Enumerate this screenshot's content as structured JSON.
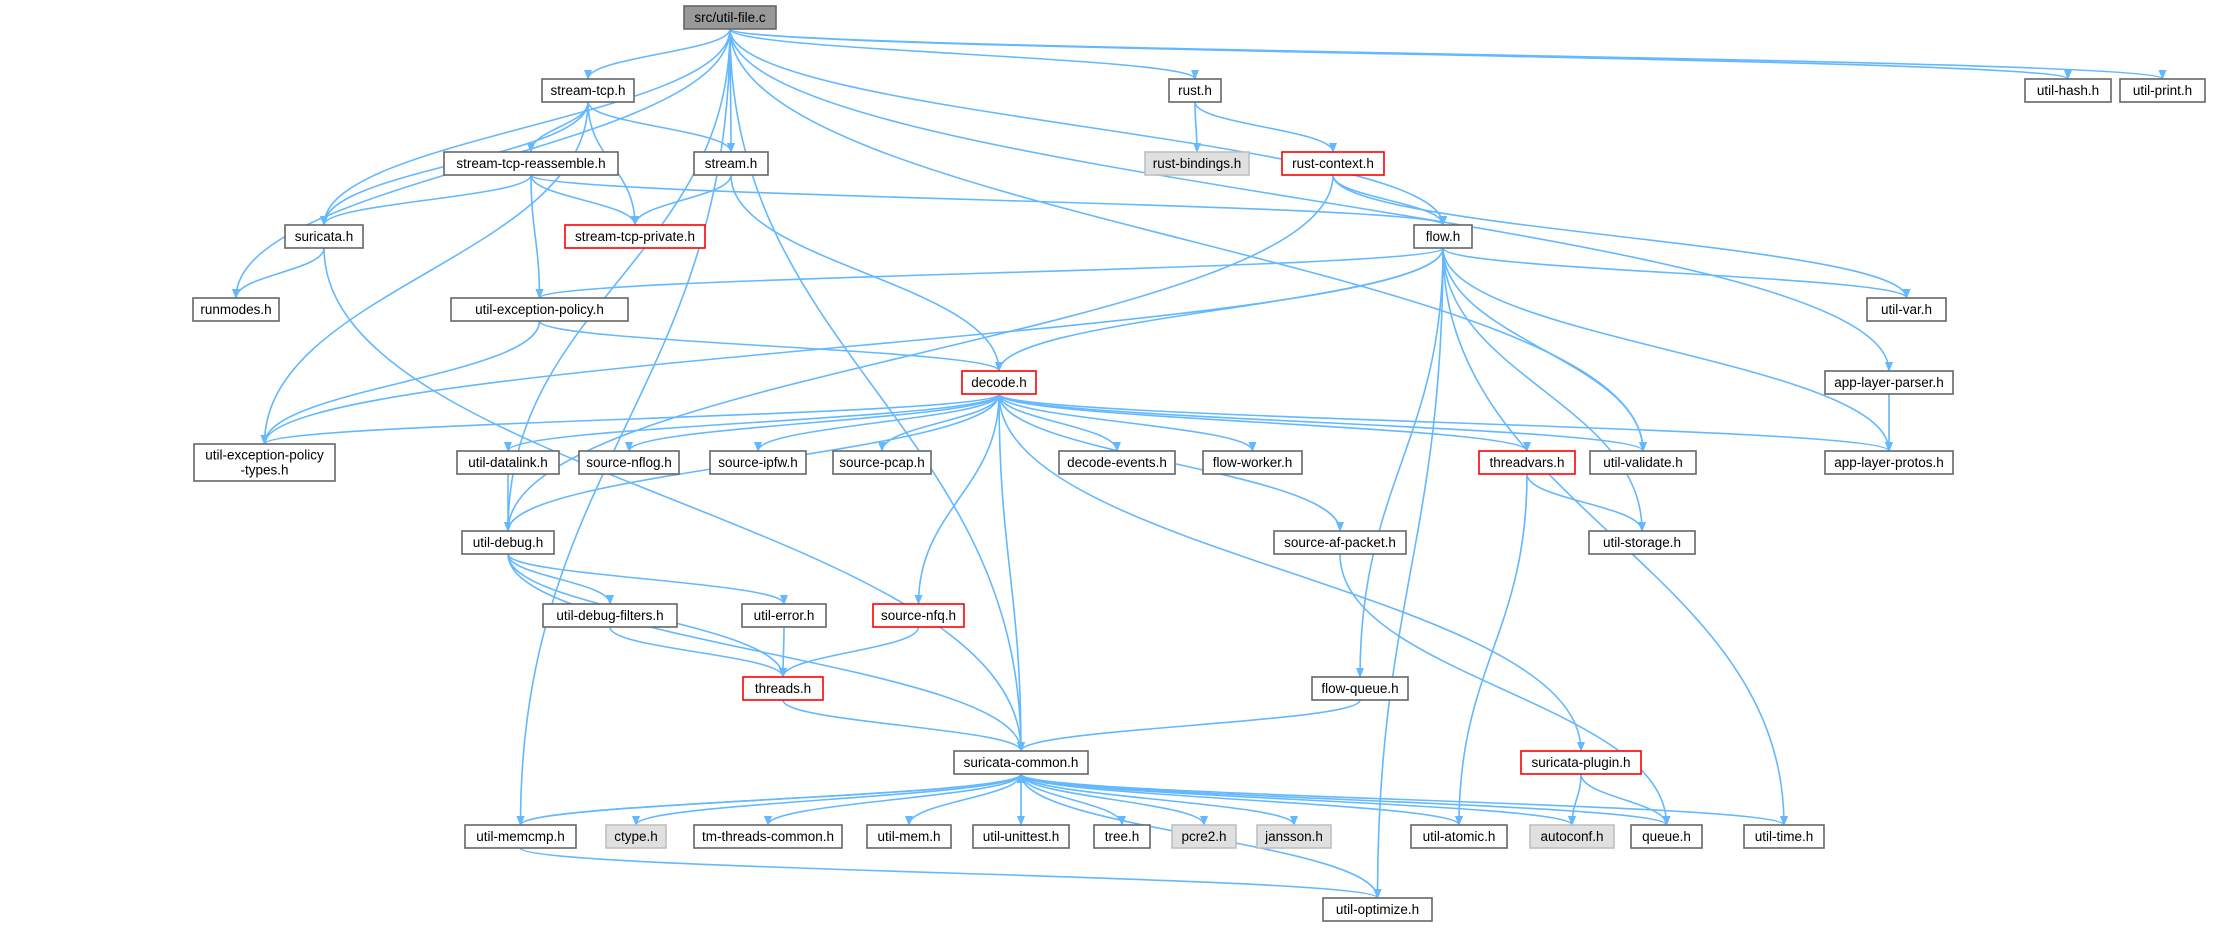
{
  "colors": {
    "edge": "#63b8ff",
    "border_normal": "#666666",
    "border_truncated": "#ff0000",
    "border_external": "#bfbfbf",
    "fill_normal": "#ffffff",
    "fill_root": "#999999",
    "fill_external": "#e0e0e0"
  },
  "nodes": [
    {
      "id": "util-file-c",
      "label": "src/util-file.c",
      "kind": "root"
    },
    {
      "id": "stream-tcp",
      "label": "stream-tcp.h",
      "kind": "normal"
    },
    {
      "id": "rust",
      "label": "rust.h",
      "kind": "normal"
    },
    {
      "id": "util-hash",
      "label": "util-hash.h",
      "kind": "normal"
    },
    {
      "id": "util-print",
      "label": "util-print.h",
      "kind": "normal"
    },
    {
      "id": "stream-tcp-reassemble",
      "label": "stream-tcp-reassemble.h",
      "kind": "normal"
    },
    {
      "id": "stream",
      "label": "stream.h",
      "kind": "normal"
    },
    {
      "id": "rust-bindings",
      "label": "rust-bindings.h",
      "kind": "external"
    },
    {
      "id": "rust-context",
      "label": "rust-context.h",
      "kind": "truncated"
    },
    {
      "id": "suricata",
      "label": "suricata.h",
      "kind": "normal"
    },
    {
      "id": "stream-tcp-private",
      "label": "stream-tcp-private.h",
      "kind": "truncated"
    },
    {
      "id": "flow",
      "label": "flow.h",
      "kind": "normal"
    },
    {
      "id": "runmodes",
      "label": "runmodes.h",
      "kind": "normal"
    },
    {
      "id": "util-exception-policy",
      "label": "util-exception-policy.h",
      "kind": "normal"
    },
    {
      "id": "util-var",
      "label": "util-var.h",
      "kind": "normal"
    },
    {
      "id": "decode",
      "label": "decode.h",
      "kind": "truncated"
    },
    {
      "id": "app-layer-parser",
      "label": "app-layer-parser.h",
      "kind": "normal"
    },
    {
      "id": "util-exception-policy-types",
      "label": "util-exception-policy\n-types.h",
      "kind": "normal"
    },
    {
      "id": "util-datalink",
      "label": "util-datalink.h",
      "kind": "normal"
    },
    {
      "id": "source-nflog",
      "label": "source-nflog.h",
      "kind": "normal"
    },
    {
      "id": "source-ipfw",
      "label": "source-ipfw.h",
      "kind": "normal"
    },
    {
      "id": "source-pcap",
      "label": "source-pcap.h",
      "kind": "normal"
    },
    {
      "id": "decode-events",
      "label": "decode-events.h",
      "kind": "normal"
    },
    {
      "id": "flow-worker",
      "label": "flow-worker.h",
      "kind": "normal"
    },
    {
      "id": "threadvars",
      "label": "threadvars.h",
      "kind": "truncated"
    },
    {
      "id": "util-validate",
      "label": "util-validate.h",
      "kind": "normal"
    },
    {
      "id": "app-layer-protos",
      "label": "app-layer-protos.h",
      "kind": "normal"
    },
    {
      "id": "util-debug",
      "label": "util-debug.h",
      "kind": "normal"
    },
    {
      "id": "source-af-packet",
      "label": "source-af-packet.h",
      "kind": "normal"
    },
    {
      "id": "util-storage",
      "label": "util-storage.h",
      "kind": "normal"
    },
    {
      "id": "util-debug-filters",
      "label": "util-debug-filters.h",
      "kind": "normal"
    },
    {
      "id": "util-error",
      "label": "util-error.h",
      "kind": "normal"
    },
    {
      "id": "source-nfq",
      "label": "source-nfq.h",
      "kind": "truncated"
    },
    {
      "id": "threads",
      "label": "threads.h",
      "kind": "truncated"
    },
    {
      "id": "flow-queue",
      "label": "flow-queue.h",
      "kind": "normal"
    },
    {
      "id": "suricata-common",
      "label": "suricata-common.h",
      "kind": "normal"
    },
    {
      "id": "suricata-plugin",
      "label": "suricata-plugin.h",
      "kind": "truncated"
    },
    {
      "id": "util-memcmp",
      "label": "util-memcmp.h",
      "kind": "normal"
    },
    {
      "id": "ctype",
      "label": "ctype.h",
      "kind": "external"
    },
    {
      "id": "tm-threads-common",
      "label": "tm-threads-common.h",
      "kind": "normal"
    },
    {
      "id": "util-mem",
      "label": "util-mem.h",
      "kind": "normal"
    },
    {
      "id": "util-unittest",
      "label": "util-unittest.h",
      "kind": "normal"
    },
    {
      "id": "tree",
      "label": "tree.h",
      "kind": "normal"
    },
    {
      "id": "pcre2",
      "label": "pcre2.h",
      "kind": "external"
    },
    {
      "id": "jansson",
      "label": "jansson.h",
      "kind": "external"
    },
    {
      "id": "util-atomic",
      "label": "util-atomic.h",
      "kind": "normal"
    },
    {
      "id": "autoconf",
      "label": "autoconf.h",
      "kind": "external"
    },
    {
      "id": "queue",
      "label": "queue.h",
      "kind": "normal"
    },
    {
      "id": "util-time",
      "label": "util-time.h",
      "kind": "normal"
    },
    {
      "id": "util-optimize",
      "label": "util-optimize.h",
      "kind": "normal"
    }
  ],
  "edges": [
    [
      "util-file-c",
      "stream-tcp"
    ],
    [
      "util-file-c",
      "rust"
    ],
    [
      "util-file-c",
      "util-hash"
    ],
    [
      "util-file-c",
      "util-print"
    ],
    [
      "util-file-c",
      "stream"
    ],
    [
      "util-file-c",
      "suricata"
    ],
    [
      "util-file-c",
      "runmodes"
    ],
    [
      "util-file-c",
      "flow"
    ],
    [
      "util-file-c",
      "util-debug"
    ],
    [
      "util-file-c",
      "suricata-common"
    ],
    [
      "util-file-c",
      "util-memcmp"
    ],
    [
      "util-file-c",
      "app-layer-parser"
    ],
    [
      "util-file-c",
      "util-validate"
    ],
    [
      "stream-tcp",
      "stream-tcp-reassemble"
    ],
    [
      "stream-tcp",
      "stream"
    ],
    [
      "stream-tcp",
      "stream-tcp-private"
    ],
    [
      "stream-tcp",
      "suricata"
    ],
    [
      "stream-tcp",
      "util-exception-policy-types"
    ],
    [
      "stream-tcp-reassemble",
      "suricata"
    ],
    [
      "stream-tcp-reassemble",
      "stream-tcp-private"
    ],
    [
      "stream-tcp-reassemble",
      "util-exception-policy"
    ],
    [
      "stream-tcp-reassemble",
      "flow"
    ],
    [
      "stream",
      "stream-tcp-private"
    ],
    [
      "stream",
      "decode"
    ],
    [
      "rust",
      "rust-bindings"
    ],
    [
      "rust",
      "rust-context"
    ],
    [
      "rust-context",
      "flow"
    ],
    [
      "rust-context",
      "util-var"
    ],
    [
      "rust-context",
      "util-debug"
    ],
    [
      "suricata",
      "runmodes"
    ],
    [
      "suricata",
      "suricata-common"
    ],
    [
      "flow",
      "util-exception-policy"
    ],
    [
      "flow",
      "util-var"
    ],
    [
      "flow",
      "decode"
    ],
    [
      "flow",
      "util-exception-policy-types"
    ],
    [
      "flow",
      "app-layer-protos"
    ],
    [
      "flow",
      "util-validate"
    ],
    [
      "flow",
      "util-storage"
    ],
    [
      "flow",
      "flow-queue"
    ],
    [
      "flow",
      "util-time"
    ],
    [
      "flow",
      "util-optimize"
    ],
    [
      "util-exception-policy",
      "decode"
    ],
    [
      "util-exception-policy",
      "util-exception-policy-types"
    ],
    [
      "app-layer-parser",
      "app-layer-protos"
    ],
    [
      "decode",
      "util-exception-policy-types"
    ],
    [
      "decode",
      "util-datalink"
    ],
    [
      "decode",
      "source-nflog"
    ],
    [
      "decode",
      "source-ipfw"
    ],
    [
      "decode",
      "source-pcap"
    ],
    [
      "decode",
      "decode-events"
    ],
    [
      "decode",
      "flow-worker"
    ],
    [
      "decode",
      "threadvars"
    ],
    [
      "decode",
      "util-validate"
    ],
    [
      "decode",
      "app-layer-protos"
    ],
    [
      "decode",
      "util-debug"
    ],
    [
      "decode",
      "source-af-packet"
    ],
    [
      "decode",
      "source-nfq"
    ],
    [
      "decode",
      "suricata-common"
    ],
    [
      "decode",
      "suricata-plugin"
    ],
    [
      "util-datalink",
      "util-debug"
    ],
    [
      "threadvars",
      "util-storage"
    ],
    [
      "threadvars",
      "util-atomic"
    ],
    [
      "util-debug",
      "util-debug-filters"
    ],
    [
      "util-debug",
      "util-error"
    ],
    [
      "util-debug",
      "threads"
    ],
    [
      "util-debug",
      "suricata-common"
    ],
    [
      "util-debug-filters",
      "threads"
    ],
    [
      "util-error",
      "threads"
    ],
    [
      "source-nfq",
      "threads"
    ],
    [
      "threads",
      "suricata-common"
    ],
    [
      "source-af-packet",
      "queue"
    ],
    [
      "flow-queue",
      "suricata-common"
    ],
    [
      "suricata-plugin",
      "autoconf"
    ],
    [
      "suricata-plugin",
      "queue"
    ],
    [
      "suricata-common",
      "util-memcmp"
    ],
    [
      "suricata-common",
      "ctype"
    ],
    [
      "suricata-common",
      "tm-threads-common"
    ],
    [
      "suricata-common",
      "util-mem"
    ],
    [
      "suricata-common",
      "util-unittest"
    ],
    [
      "suricata-common",
      "tree"
    ],
    [
      "suricata-common",
      "pcre2"
    ],
    [
      "suricata-common",
      "jansson"
    ],
    [
      "suricata-common",
      "util-atomic"
    ],
    [
      "suricata-common",
      "autoconf"
    ],
    [
      "suricata-common",
      "queue"
    ],
    [
      "suricata-common",
      "util-time"
    ],
    [
      "suricata-common",
      "util-optimize"
    ],
    [
      "util-memcmp",
      "suricata-common"
    ],
    [
      "util-memcmp",
      "util-optimize"
    ]
  ]
}
